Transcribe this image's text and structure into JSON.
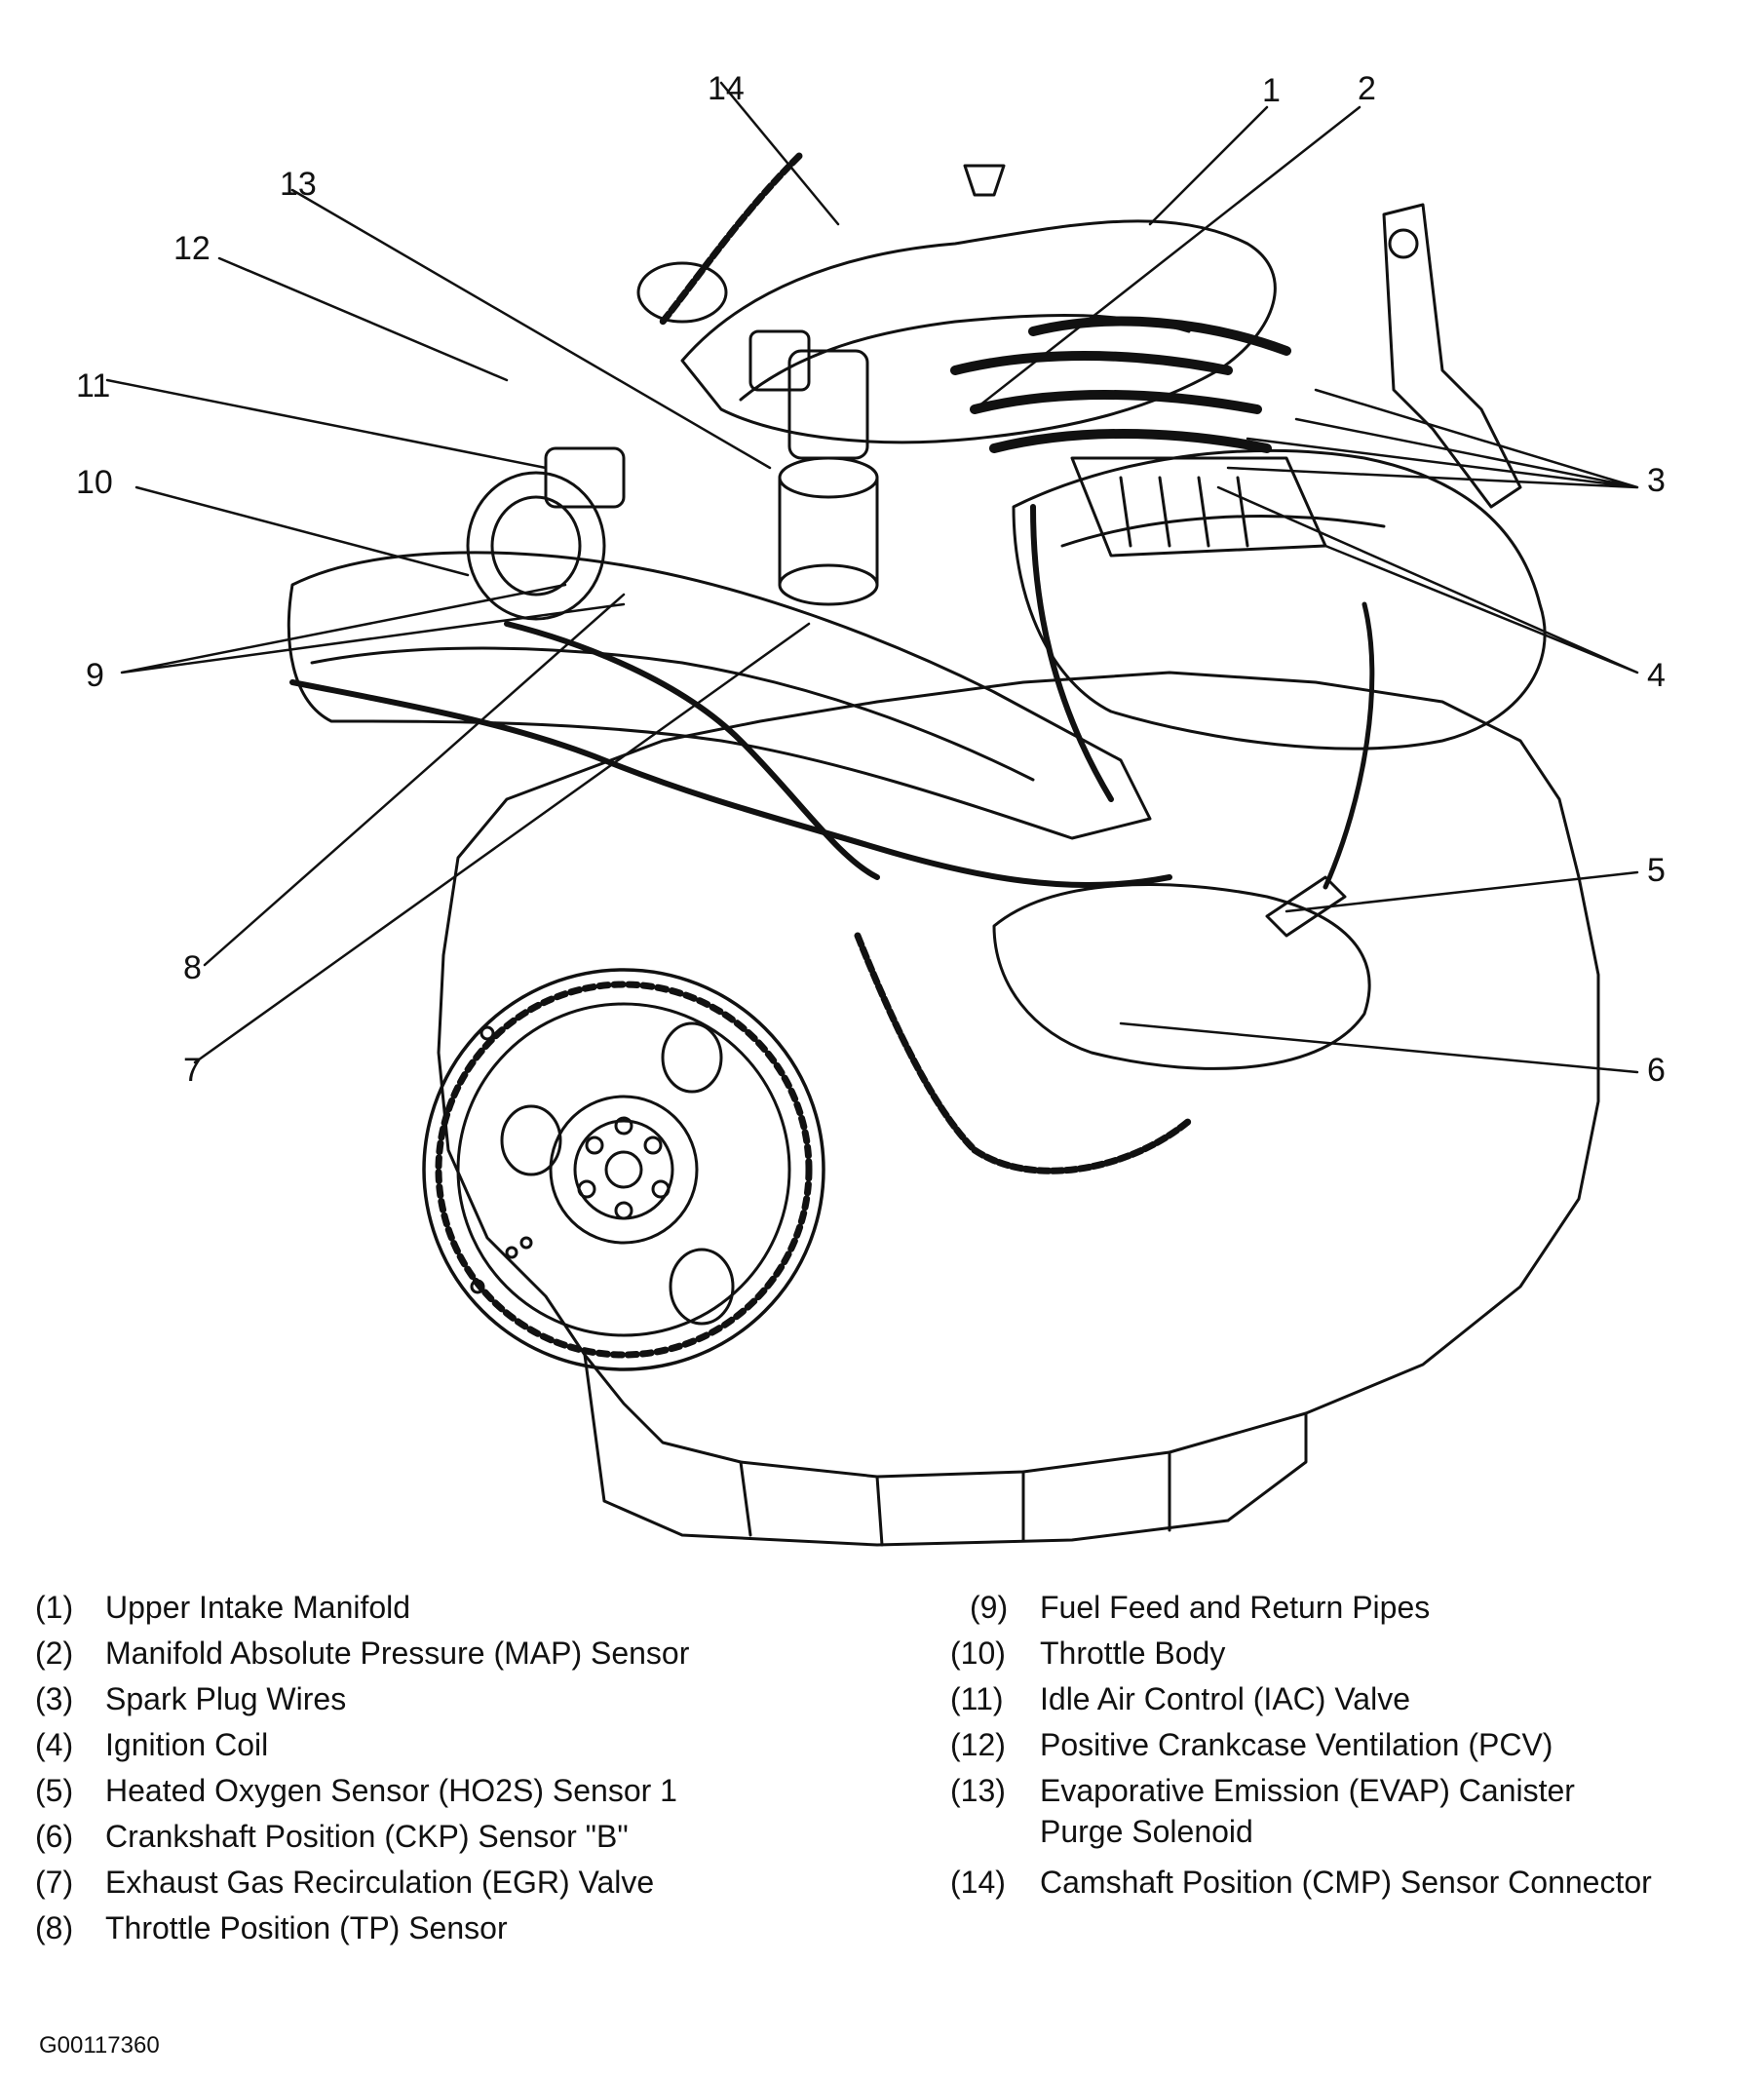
{
  "callouts": [
    "1",
    "2",
    "3",
    "4",
    "5",
    "6",
    "7",
    "8",
    "9",
    "10",
    "11",
    "12",
    "13",
    "14"
  ],
  "legend": {
    "left": [
      {
        "num": "(1)",
        "text": "Upper Intake Manifold"
      },
      {
        "num": "(2)",
        "text": "Manifold Absolute Pressure (MAP) Sensor"
      },
      {
        "num": "(3)",
        "text": "Spark Plug Wires"
      },
      {
        "num": "(4)",
        "text": "Ignition Coil"
      },
      {
        "num": "(5)",
        "text": "Heated Oxygen Sensor (HO2S) Sensor 1"
      },
      {
        "num": "(6)",
        "text": "Crankshaft Position (CKP) Sensor \"B\""
      },
      {
        "num": "(7)",
        "text": "Exhaust Gas Recirculation (EGR) Valve"
      },
      {
        "num": "(8)",
        "text": "Throttle Position (TP) Sensor"
      }
    ],
    "right": [
      {
        "num": "(9)",
        "text": "Fuel Feed and Return Pipes"
      },
      {
        "num": "(10)",
        "text": "Throttle Body"
      },
      {
        "num": "(11)",
        "text": "Idle Air Control (IAC) Valve"
      },
      {
        "num": "(12)",
        "text": "Positive Crankcase Ventilation (PCV)"
      },
      {
        "num": "(13)",
        "text": "Evaporative Emission (EVAP) Canister",
        "text2": "Purge Solenoid"
      },
      {
        "num": "(14)",
        "text": "Camshaft Position (CMP) Sensor Connector"
      }
    ]
  },
  "figure_id": "G00117360"
}
